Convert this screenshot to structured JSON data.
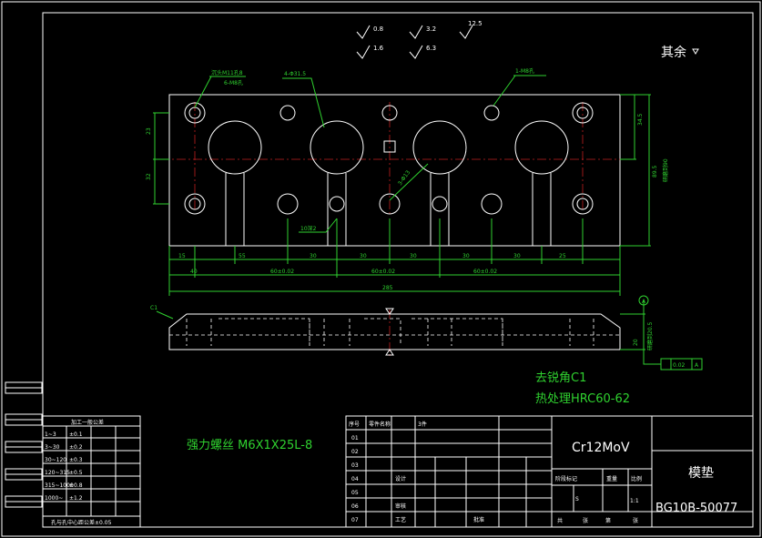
{
  "roughness": {
    "r1": "0.8",
    "r2": "3.2",
    "r3": "12.5",
    "r4": "1.6",
    "r5": "6.3",
    "rest": "其余"
  },
  "annotations": {
    "hole_left": "沉头M11孔8",
    "hole_left2": "6-M8孔",
    "hole_mid": "4-Φ31.5",
    "hole_right": "1-M8孔",
    "hole_small": "3-Φ13",
    "slot": "10深2",
    "chamfer": "C1"
  },
  "dims": {
    "d15": "15",
    "d55": "55",
    "d30a": "30",
    "d30b": "30",
    "d30c": "30",
    "d30d": "30",
    "d30e": "30",
    "d25": "25",
    "d40": "40",
    "d60a": "60±0.02",
    "d60b": "60±0.02",
    "d60c": "60±0.02",
    "d285": "285",
    "v23": "23",
    "v32": "32",
    "v34_5": "34.5",
    "v89_5": "89.5",
    "v89_label": "研磨到90",
    "v20": "20",
    "v20_label": "研磨到20.5",
    "flat": "0.02",
    "datum": "A"
  },
  "notes": {
    "line1": "去锐角C1",
    "line2": "热处理HRC60-62",
    "screw": "强力螺丝 M6X1X25L-8"
  },
  "tolerance_table": {
    "title": "加工一般公差",
    "rows": [
      [
        "1~3",
        "±0.1"
      ],
      [
        "3~30",
        "±0.2"
      ],
      [
        "30~120",
        "±0.3"
      ],
      [
        "120~315",
        "±0.5"
      ],
      [
        "315~1000",
        "±0.8"
      ],
      [
        "1000~",
        "±1.2"
      ]
    ],
    "footer": "孔与孔中心距公差±0.05"
  },
  "parts_list": {
    "header": [
      "序号",
      "零件名称",
      "3件"
    ],
    "numbers": [
      "01",
      "02",
      "03",
      "04",
      "05",
      "06",
      "07"
    ],
    "notes": [
      "设计",
      "审核",
      "工艺",
      "批准"
    ]
  },
  "title_block": {
    "material": "Cr12MoV",
    "name": "模垫",
    "code": "BG10B-50077",
    "stage_label": "阶段标记",
    "weight_label": "重量",
    "scale_label": "比例",
    "scale": "1:1",
    "stage": "S",
    "sheet_total": "共",
    "sheet_label": "张",
    "sheet_no": "第",
    "sheet_label2": "张"
  }
}
